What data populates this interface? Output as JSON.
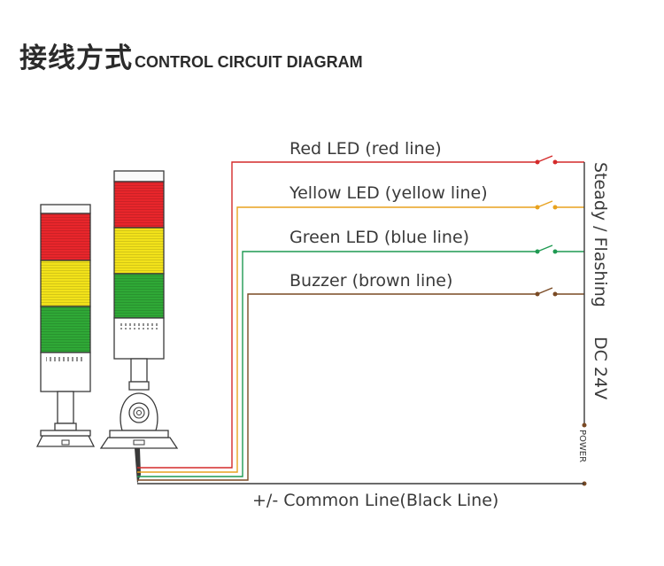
{
  "title": {
    "cn": "接线方式",
    "en": "CONTROL CIRCUIT DIAGRAM"
  },
  "wires": [
    {
      "label": "Red LED (red line)",
      "color": "#d42a2a"
    },
    {
      "label": "Yellow LED (yellow line)",
      "color": "#e8a21e"
    },
    {
      "label": "Green LED (blue line)",
      "color": "#1f9a52"
    },
    {
      "label": "Buzzer (brown line)",
      "color": "#7a4a24"
    }
  ],
  "common_line": {
    "label": "+/- Common Line(Black Line)",
    "color": "#3a3a3a"
  },
  "side_labels": {
    "mode": "Steady / Flashing",
    "voltage": "DC 24V",
    "power": "POWER"
  },
  "tower_colors": {
    "red": "#e8262b",
    "yellow": "#f2e21a",
    "green": "#2fa836"
  }
}
